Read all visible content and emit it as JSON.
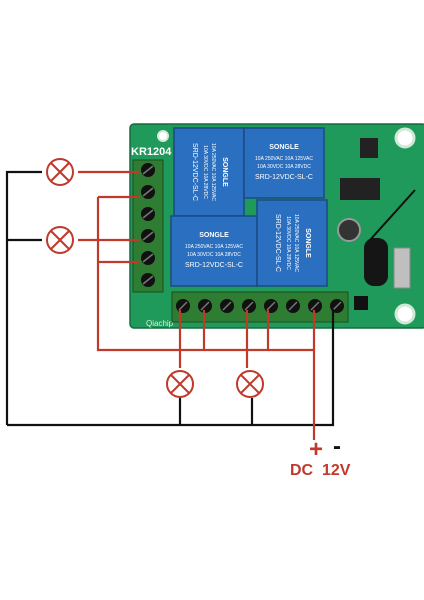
{
  "board": {
    "model_label": "KR1204",
    "brand_label": "Qiachip",
    "board_color": "#1f9a5a",
    "terminal_color": "#2e7d32"
  },
  "relays": [
    {
      "brand": "SONGLE",
      "spec1": "10A 250VAC  10A 125VAC",
      "spec2": "10A 30VDC  10A 28VDC",
      "model": "SRD-12VDC-SL-C"
    },
    {
      "brand": "SONGLE",
      "spec1": "10A 250VAC  10A 125VAC",
      "spec2": "10A 30VDC  10A 28VDC",
      "model": "SRD-12VDC-SL-C"
    },
    {
      "brand": "SONGLE",
      "spec1": "10A 250VAC  10A 125VAC",
      "spec2": "10A 30VDC  10A 28VDC",
      "model": "SRD-12VDC-SL-C"
    },
    {
      "brand": "SONGLE",
      "spec1": "10A 250VAC  10A 125VAC",
      "spec2": "10A 30VDC  10A 28VDC",
      "model": "SRD-12VDC-SL-C"
    }
  ],
  "relay_color": "#2a6fc0",
  "power": {
    "plus": "+",
    "minus": "-",
    "label": "DC  12V",
    "label_color": "#c0392b"
  },
  "wire_colors": {
    "red": "#c0392b",
    "black": "#111111"
  },
  "lamp_icon": "lamp-x-icon",
  "lamp_count": 4
}
